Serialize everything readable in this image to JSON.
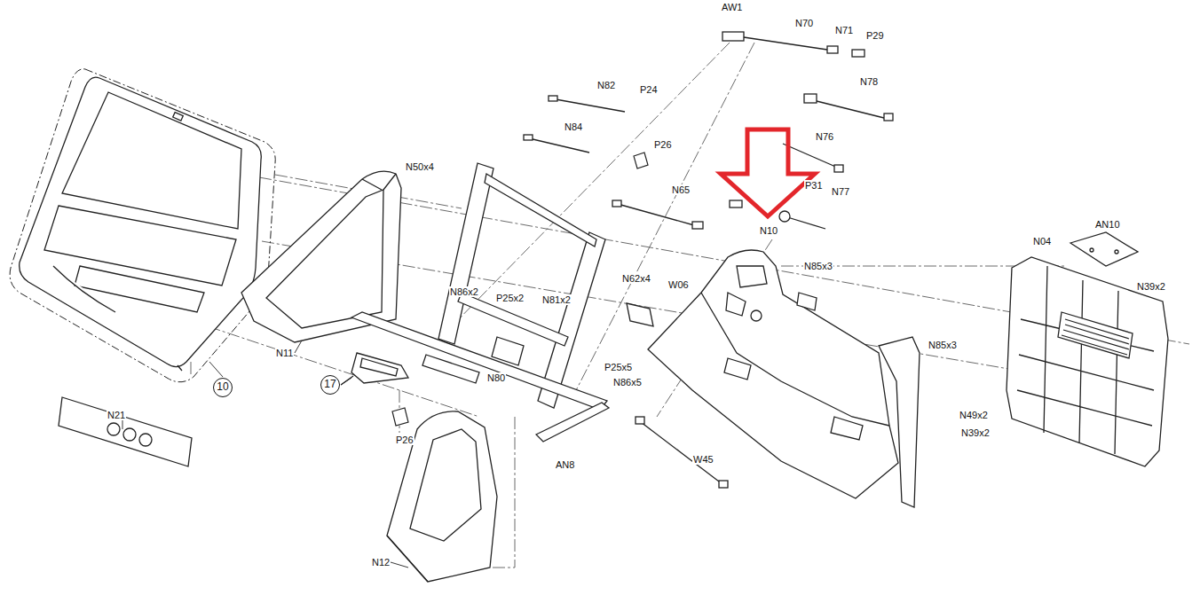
{
  "diagram": {
    "nodes": [
      {
        "text": [
          "10"
        ]
      },
      {
        "text": [
          "17"
        ]
      }
    ],
    "labels": [
      "AW1",
      "N70",
      "N71",
      "P29",
      "N82",
      "P24",
      "N78",
      "N84",
      "P26",
      "N76",
      "N65",
      "P31",
      "N77",
      "N10",
      "N50x4",
      "N85x3",
      "AN10",
      "N04",
      "N39x2",
      "N86x2",
      "P25x2",
      "N81x2",
      "N62x4",
      "W06",
      "N85x3",
      "N49x2",
      "N39x2",
      "N11",
      "N80",
      "P25x5",
      "N86x5",
      "N21",
      "P26",
      "AN8",
      "W45",
      "N12"
    ]
  }
}
